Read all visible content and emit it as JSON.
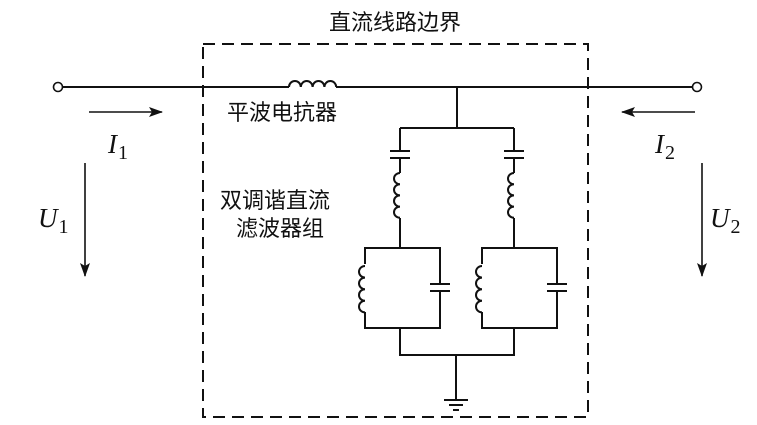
{
  "diagram": {
    "boundary_label": "直流线路边界",
    "reactor_label": "平波电抗器",
    "filter_label_line1": "双调谐直流",
    "filter_label_line2": "滤波器组",
    "current_left": {
      "symbol": "I",
      "subscript": "1",
      "direction": "right"
    },
    "current_right": {
      "symbol": "I",
      "subscript": "2",
      "direction": "left"
    },
    "voltage_left": {
      "symbol": "U",
      "subscript": "1",
      "direction": "down"
    },
    "voltage_right": {
      "symbol": "U",
      "subscript": "2",
      "direction": "down"
    },
    "components": [
      "left-terminal",
      "right-terminal",
      "smoothing-reactor",
      "filter-branch-1-series-capacitor",
      "filter-branch-1-series-inductor",
      "filter-branch-1-parallel-inductor",
      "filter-branch-1-parallel-capacitor",
      "filter-branch-2-series-capacitor",
      "filter-branch-2-series-inductor",
      "filter-branch-2-parallel-inductor",
      "filter-branch-2-parallel-capacitor",
      "ground"
    ],
    "colors": {
      "line": "#111111",
      "background": "#ffffff"
    }
  }
}
